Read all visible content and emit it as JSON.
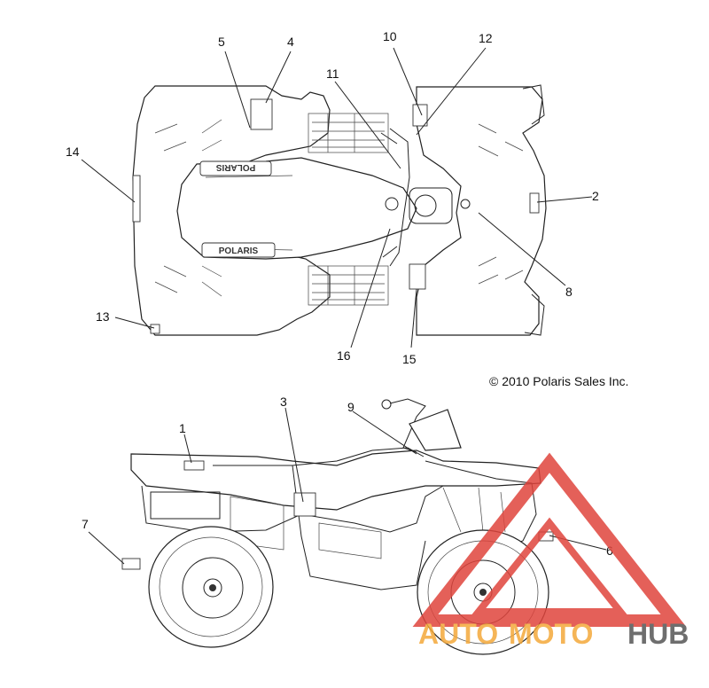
{
  "diagram": {
    "callouts": [
      {
        "id": "c1",
        "label": "1"
      },
      {
        "id": "c2",
        "label": "2"
      },
      {
        "id": "c3",
        "label": "3"
      },
      {
        "id": "c4",
        "label": "4"
      },
      {
        "id": "c5",
        "label": "5"
      },
      {
        "id": "c6",
        "label": "6"
      },
      {
        "id": "c7",
        "label": "7"
      },
      {
        "id": "c8",
        "label": "8"
      },
      {
        "id": "c9",
        "label": "9"
      },
      {
        "id": "c10",
        "label": "10"
      },
      {
        "id": "c11",
        "label": "11"
      },
      {
        "id": "c12",
        "label": "12"
      },
      {
        "id": "c13",
        "label": "13"
      },
      {
        "id": "c14",
        "label": "14"
      },
      {
        "id": "c15",
        "label": "15"
      },
      {
        "id": "c16",
        "label": "16"
      }
    ],
    "copyright": "© 2010 Polaris Sales Inc.",
    "decal_text": {
      "rear_brand": "POLARIS",
      "front_brand": "POLARIS"
    }
  },
  "watermark": {
    "part1": "AUTO",
    "part2": "MOTO",
    "part3": "HUB",
    "colors": {
      "triangle": "#e0453d",
      "auto": "#f4a93a",
      "moto": "#f4a93a",
      "hub": "#555555"
    }
  }
}
